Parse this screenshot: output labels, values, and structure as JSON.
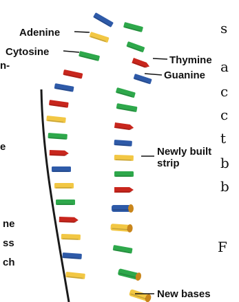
{
  "colors": {
    "adenine": "#2e5aa8",
    "cytosine": "#f2c744",
    "thymine": "#c8261d",
    "guanine": "#2ea84b",
    "backbone": "#111111"
  },
  "labels": {
    "adenine": "Adenine",
    "cytosine": "Cytosine",
    "thymine": "Thymine",
    "guanine": "Guanine",
    "newly_built_strip": "Newly built\nstrip",
    "new_bases": "New bases"
  },
  "left_fragments": [
    "n-",
    "e",
    "ne",
    "ss",
    "ch"
  ],
  "right_text_fragments": [
    "s",
    "a",
    "c",
    "c",
    "t",
    "b",
    "b",
    "F"
  ]
}
